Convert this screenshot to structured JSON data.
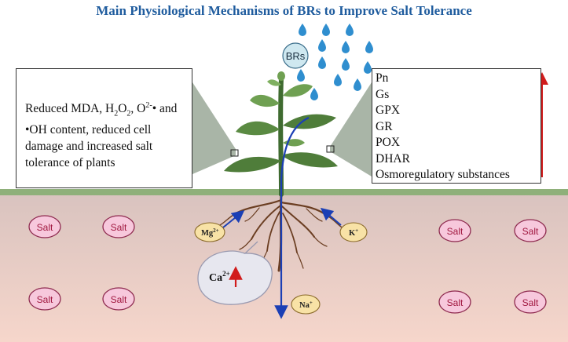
{
  "title": "Main Physiological Mechanisms of BRs to Improve Salt Tolerance",
  "brs_label": "BRs",
  "left_box": {
    "text_line1_prefix": "Reduced MDA, H",
    "text_line1_sub1": "2",
    "text_line1_mid1": "O",
    "text_line1_sub2": "2",
    "text_line1_mid2": ", O",
    "text_line1_sup": "2-",
    "text_line1_suffix": "•",
    "text_rest": "and •OH content, reduced cell damage and increased salt tolerance of plants"
  },
  "right_box": {
    "items": [
      "Pn",
      "Gs",
      "GPX",
      "GR",
      "POX",
      "DHAR",
      "Osmoregulatory substances"
    ]
  },
  "salt_label": "Salt",
  "ions": {
    "mg": {
      "base": "Mg",
      "charge": "2+"
    },
    "k": {
      "base": "K",
      "charge": "+"
    },
    "na": {
      "base": "Na",
      "charge": "+"
    },
    "ca": {
      "base": "Ca",
      "charge": "2+"
    }
  },
  "colors": {
    "title": "#1f5c9e",
    "soil_top": "#d9c3bf",
    "soil_bottom": "#f4d4c9",
    "grass": "#8fb07a",
    "salt_fill": "#f7c8dc",
    "salt_stroke": "#8e2a4f",
    "salt_text": "#a0173f",
    "ion_fill": "#f8e2a6",
    "ion_stroke": "#8a6a2a",
    "leaf": "#4f7d3a",
    "leaf_light": "#6fa052",
    "stem": "#3f6b30",
    "root": "#6b3e22",
    "transport_arrow": "#1b3fb5",
    "increase_arrow": "#d11c1c",
    "raindrop": "#2f8ecf",
    "brs_fill": "#cfe8f0",
    "callout_gray": "#9aa898"
  }
}
